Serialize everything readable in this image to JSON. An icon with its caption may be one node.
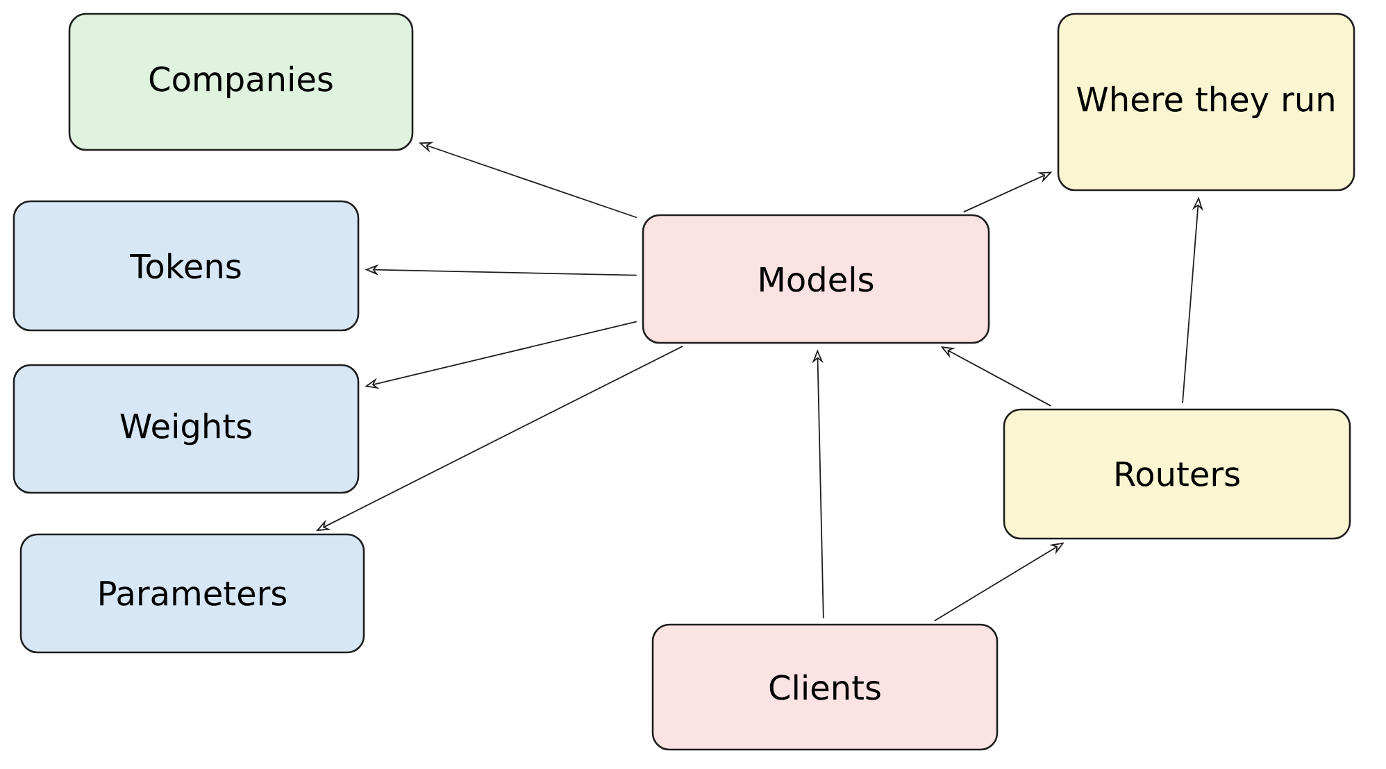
{
  "diagram": {
    "nodes": [
      {
        "text": [
          "Companies"
        ]
      },
      {
        "text": [
          "Tokens"
        ]
      },
      {
        "text": [
          "Weights"
        ]
      },
      {
        "text": [
          "Parameters"
        ]
      },
      {
        "text": [
          "Models"
        ]
      },
      {
        "text": [
          "Where they run"
        ]
      },
      {
        "text": [
          "Routers"
        ]
      },
      {
        "text": [
          "Clients"
        ]
      }
    ],
    "edges": [
      {
        "from": 4,
        "to": 0,
        "arrow": "to"
      },
      {
        "from": 4,
        "to": 1,
        "arrow": "to"
      },
      {
        "from": 4,
        "to": 2,
        "arrow": "to"
      },
      {
        "from": 4,
        "to": 3,
        "arrow": "to"
      },
      {
        "from": 4,
        "to": 5,
        "arrow": "to"
      },
      {
        "from": 7,
        "to": 4,
        "arrow": "to"
      },
      {
        "from": 7,
        "to": 6,
        "arrow": "to"
      },
      {
        "from": 6,
        "to": 4,
        "arrow": "to"
      },
      {
        "from": 6,
        "to": 5,
        "arrow": "to"
      }
    ]
  }
}
